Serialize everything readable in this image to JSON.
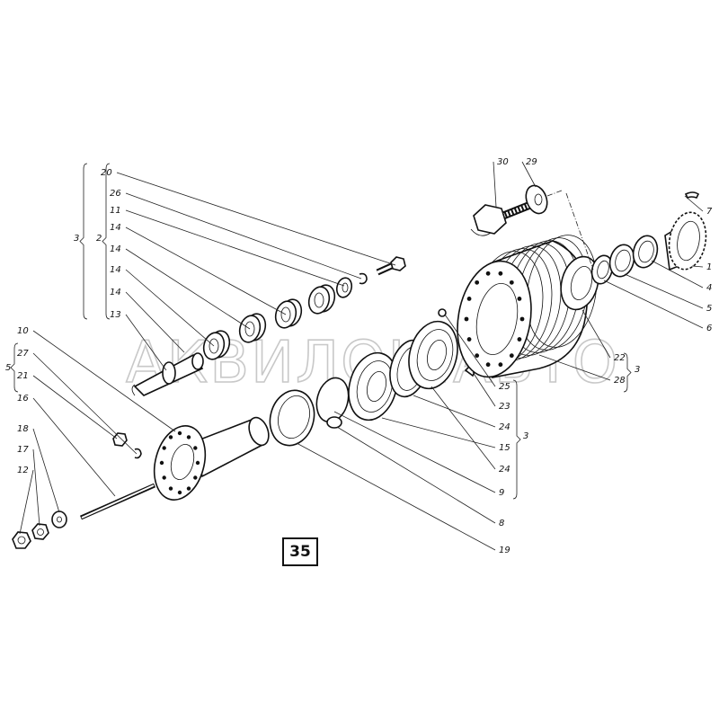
{
  "figure_number": "35",
  "watermark": "АКВИЛОН.АВТО",
  "callouts": [
    "20",
    "26",
    "11",
    "14",
    "14",
    "14",
    "14",
    "13",
    "10",
    "27",
    "21",
    "16",
    "18",
    "17",
    "12",
    "30",
    "29",
    "7",
    "1",
    "4",
    "5",
    "6",
    "22",
    "28",
    "25",
    "23",
    "24",
    "15",
    "24",
    "9",
    "8",
    "19"
  ],
  "group_labels": [
    "3",
    "2",
    "5",
    "3",
    "3"
  ]
}
